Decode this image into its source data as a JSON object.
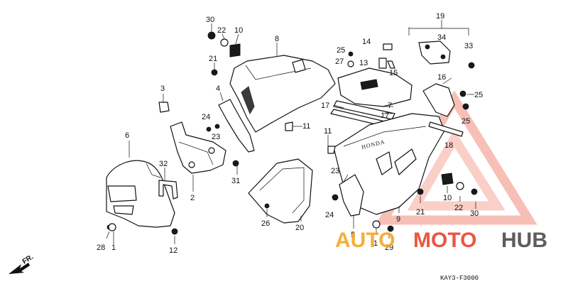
{
  "diagram": {
    "callouts": [
      {
        "id": "c1",
        "text": "30"
      },
      {
        "id": "c2",
        "text": "22"
      },
      {
        "id": "c3",
        "text": "10"
      },
      {
        "id": "c4",
        "text": "8"
      },
      {
        "id": "c5",
        "text": "21"
      },
      {
        "id": "c6",
        "text": "3"
      },
      {
        "id": "c7",
        "text": "4"
      },
      {
        "id": "c8",
        "text": "24"
      },
      {
        "id": "c9",
        "text": "23"
      },
      {
        "id": "c10",
        "text": "6"
      },
      {
        "id": "c11",
        "text": "32"
      },
      {
        "id": "c12",
        "text": "2"
      },
      {
        "id": "c13",
        "text": "31"
      },
      {
        "id": "c14",
        "text": "28"
      },
      {
        "id": "c15",
        "text": "1"
      },
      {
        "id": "c16",
        "text": "12"
      },
      {
        "id": "c17",
        "text": "11"
      },
      {
        "id": "c18",
        "text": "11"
      },
      {
        "id": "c19",
        "text": "26"
      },
      {
        "id": "c20",
        "text": "20"
      },
      {
        "id": "c21",
        "text": "14"
      },
      {
        "id": "c22",
        "text": "25"
      },
      {
        "id": "c23",
        "text": "27"
      },
      {
        "id": "c24",
        "text": "13"
      },
      {
        "id": "c25",
        "text": "15"
      },
      {
        "id": "c26",
        "text": "19"
      },
      {
        "id": "c27",
        "text": "34"
      },
      {
        "id": "c28",
        "text": "33"
      },
      {
        "id": "c29",
        "text": "16"
      },
      {
        "id": "c30",
        "text": "25"
      },
      {
        "id": "c31",
        "text": "7"
      },
      {
        "id": "c32",
        "text": "17"
      },
      {
        "id": "c33",
        "text": "17"
      },
      {
        "id": "c34",
        "text": "25"
      },
      {
        "id": "c35",
        "text": "18"
      },
      {
        "id": "c36",
        "text": "23"
      },
      {
        "id": "c37",
        "text": "24"
      },
      {
        "id": "c38",
        "text": "5"
      },
      {
        "id": "c39",
        "text": "9"
      },
      {
        "id": "c40",
        "text": "21"
      },
      {
        "id": "c41",
        "text": "10"
      },
      {
        "id": "c42",
        "text": "22"
      },
      {
        "id": "c43",
        "text": "30"
      },
      {
        "id": "c44",
        "text": "1"
      },
      {
        "id": "c45",
        "text": "29"
      }
    ],
    "direction_label": "FR.",
    "emblem_text": "HONDA",
    "drawing_code": "KAY3-F3000"
  },
  "watermark": {
    "part1": "AUTO",
    "part2": "MOTO",
    "part3": "HUB",
    "color_orange": "#f5a623",
    "color_red": "#e8452c",
    "color_gray": "#555555"
  }
}
